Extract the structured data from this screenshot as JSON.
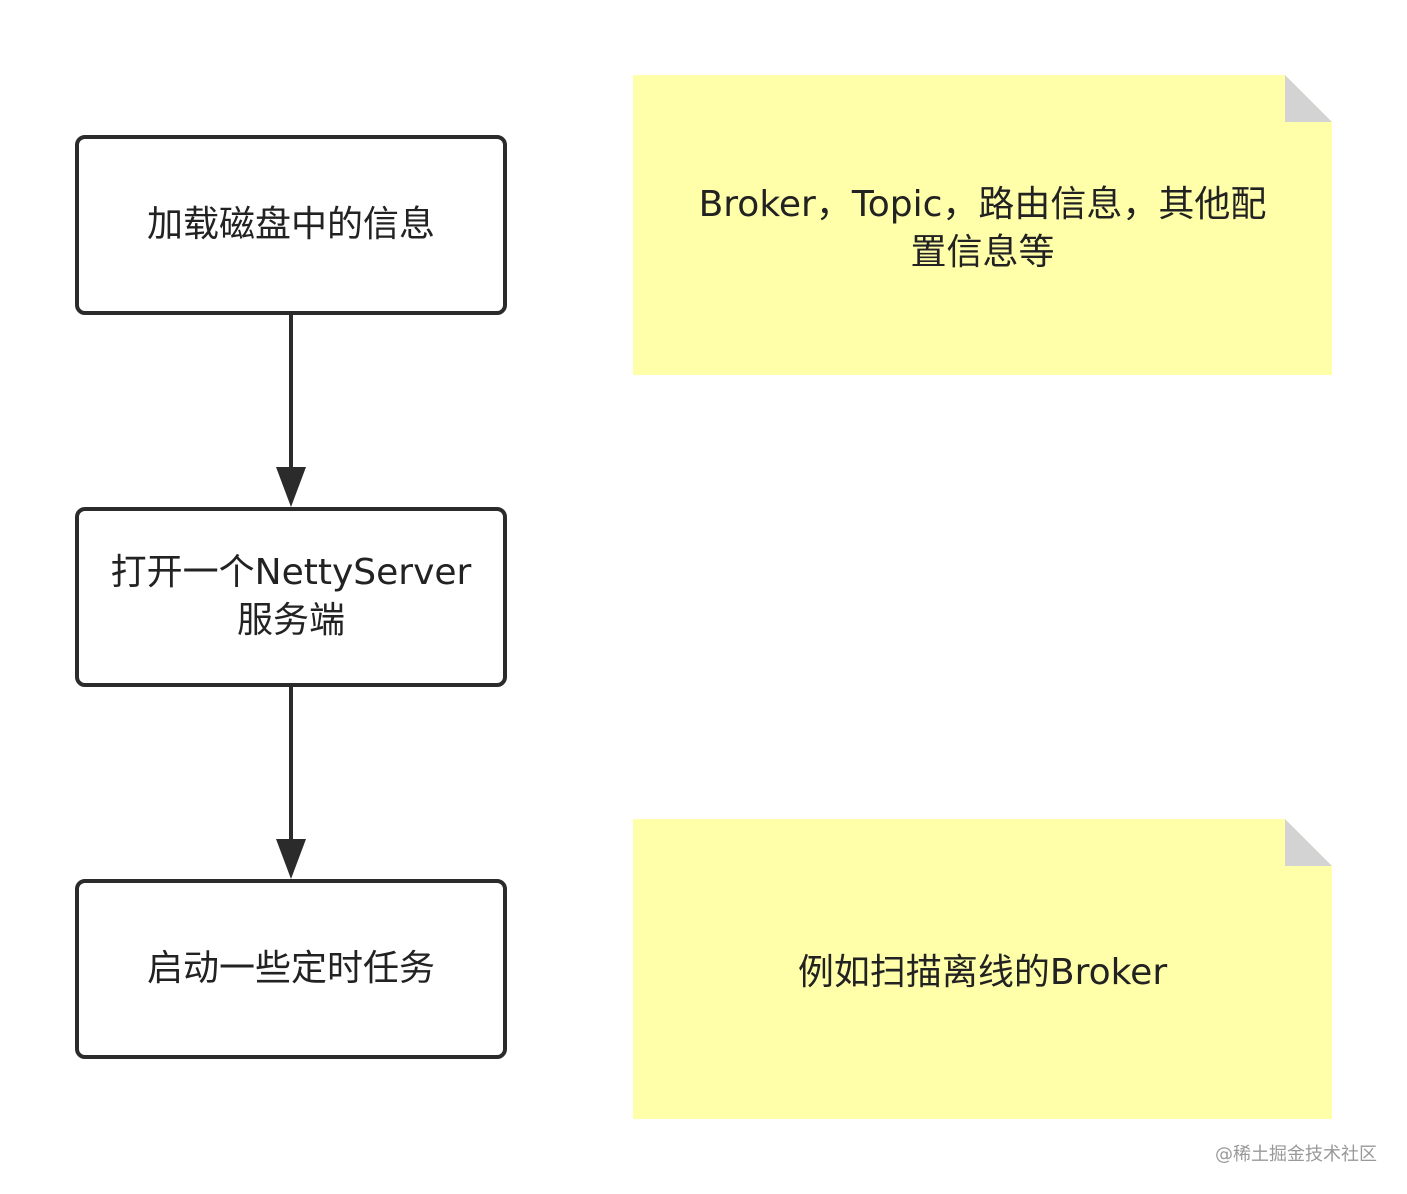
{
  "flow": {
    "steps": [
      {
        "label": "加载磁盘中的信息"
      },
      {
        "label": "打开一个NettyServer\n服务端"
      },
      {
        "label": "启动一些定时任务"
      }
    ]
  },
  "notes": [
    {
      "text": "Broker，Topic，路由信息，其他配\n置信息等"
    },
    {
      "text": "例如扫描离线的Broker"
    }
  ],
  "watermark": "@稀土掘金技术社区",
  "colors": {
    "box_border": "#2b2b2b",
    "note_fill": "#ffffaa",
    "note_fold": "#d3d3d3",
    "arrow": "#2b2b2b"
  }
}
